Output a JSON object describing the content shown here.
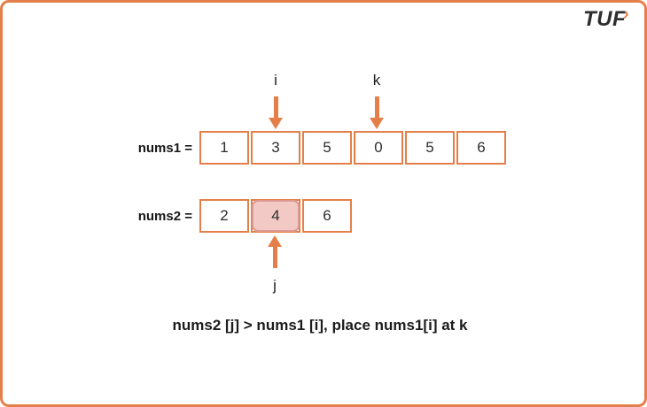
{
  "logo": {
    "text": "TUF",
    "chevron": "›"
  },
  "pointers": {
    "i": "i",
    "k": "k",
    "j": "j"
  },
  "arrays": {
    "nums1": {
      "label": "nums1 =",
      "values": [
        "1",
        "3",
        "5",
        "0",
        "5",
        "6"
      ]
    },
    "nums2": {
      "label": "nums2 =",
      "values": [
        "2",
        "4",
        "6"
      ],
      "highlight_index": 1
    }
  },
  "caption": "nums2 [j] > nums1 [i], place nums1[i] at k",
  "colors": {
    "accent_orange": "#E57F49",
    "highlight_fill": "#F3C9C5",
    "highlight_border": "#DB9B94",
    "text_dark": "#1C1C1C"
  }
}
